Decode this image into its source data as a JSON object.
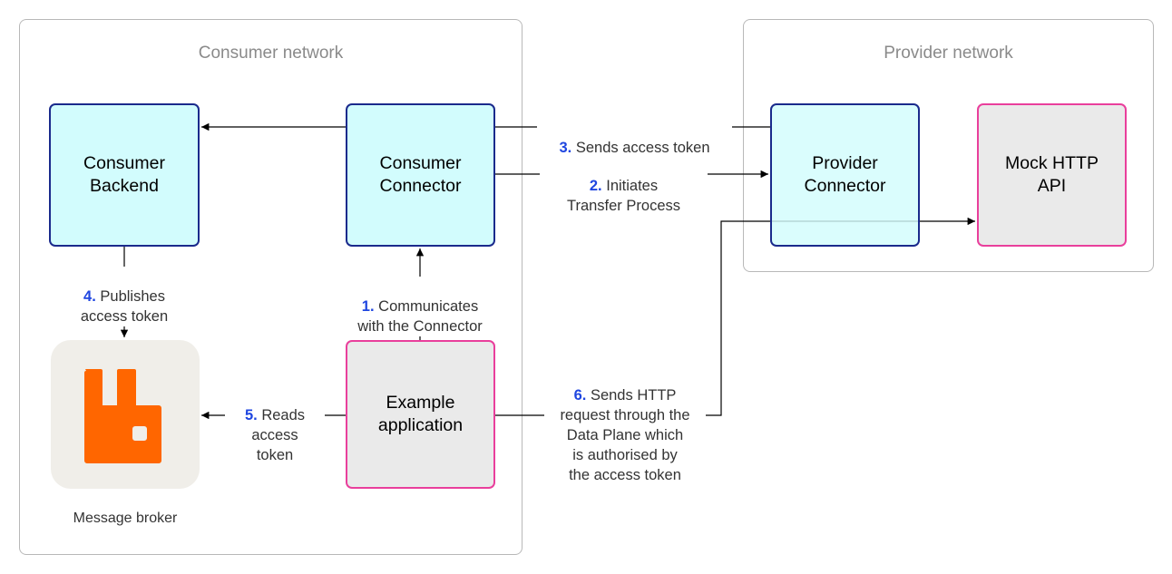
{
  "networks": {
    "consumer": {
      "title": "Consumer network"
    },
    "provider": {
      "title": "Provider network"
    }
  },
  "components": {
    "consumer_backend": "Consumer\nBackend",
    "consumer_connector": "Consumer\nConnector",
    "provider_connector": "Provider\nConnector",
    "mock_http_api": "Mock HTTP\nAPI",
    "example_application": "Example\napplication",
    "message_broker": "Message broker"
  },
  "steps": [
    {
      "num": "1.",
      "text": "Communicates\nwith the Connector"
    },
    {
      "num": "2.",
      "text": "Initiates\nTransfer Process"
    },
    {
      "num": "3.",
      "text": "Sends access token"
    },
    {
      "num": "4.",
      "text": "Publishes\naccess token"
    },
    {
      "num": "5.",
      "text": "Reads\naccess\ntoken"
    },
    {
      "num": "6.",
      "text": "Sends HTTP\nrequest through the\nData Plane which\nis authorised by\nthe access token"
    }
  ],
  "colors": {
    "connector_fill": "#d2fcfd",
    "connector_border": "#1a2a8c",
    "app_fill": "#eaeaea",
    "app_border": "#e93f9c",
    "step_number": "#1f46e0",
    "broker_logo": "#ff6600"
  },
  "icons": {
    "message_broker": "rabbitmq-logo-icon"
  }
}
